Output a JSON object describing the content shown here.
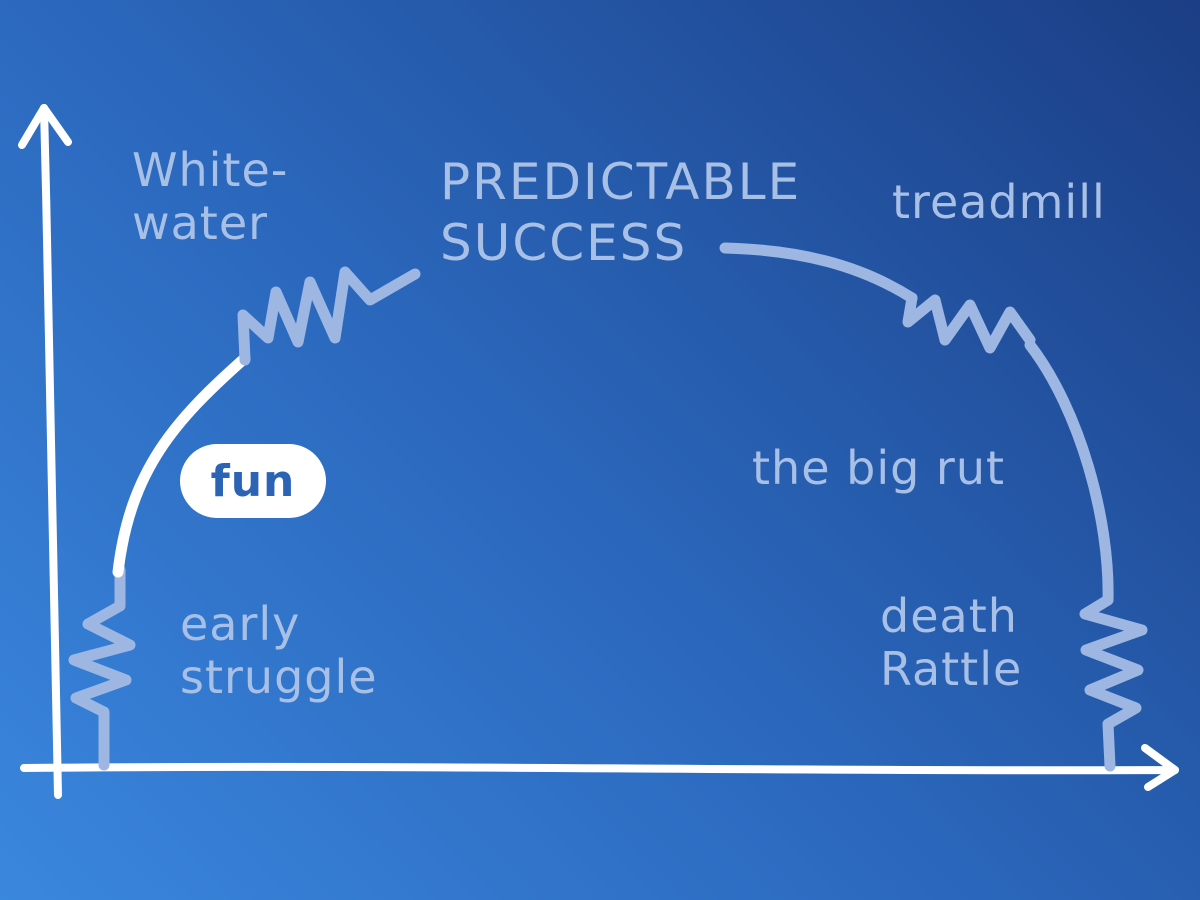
{
  "stages": {
    "whitewater": {
      "line1": "White-",
      "line2": "water"
    },
    "predictable_success": {
      "line1": "PREDICTABLE",
      "line2": "SUCCESS"
    },
    "treadmill": "treadmill",
    "fun": "fun",
    "the_big_rut": "the big rut",
    "early_struggle": {
      "line1": "early",
      "line2": "struggle"
    },
    "death_rattle": {
      "line1": "death",
      "line2": "Rattle"
    }
  },
  "colors": {
    "background_light": "#3a87de",
    "background_dark": "#1b3e85",
    "highlight_curve": "#ffffff",
    "faded_curve": "#a9c0e6",
    "label_text": "#a9c0e6",
    "fun_text": "#2b63b5"
  }
}
